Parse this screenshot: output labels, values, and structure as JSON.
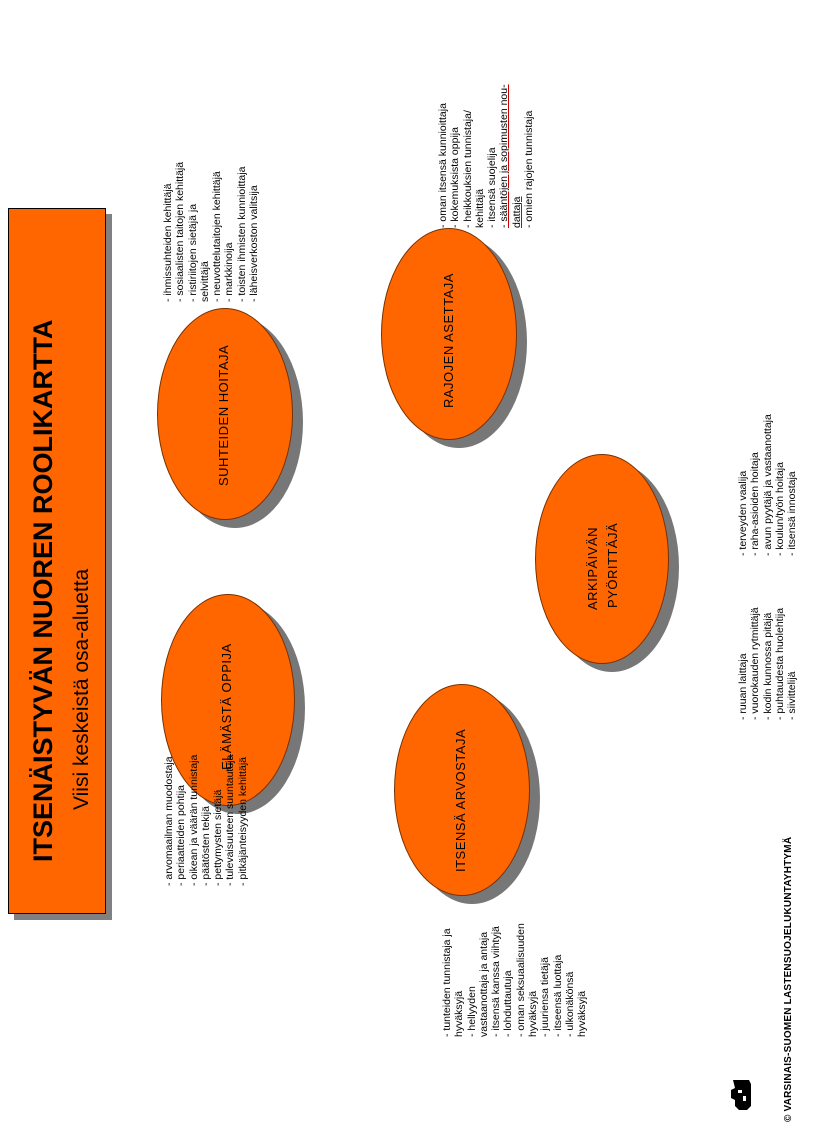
{
  "title": {
    "main": "ITSENÄISTYVÄN NUOREN ROOLIKARTTA",
    "subtitle": "Viisi keskeistä osa-aluetta"
  },
  "roles": {
    "suhteiden": {
      "label": "SUHTEIDEN HOITAJA",
      "items": [
        "- ihmissuhteiden kehittäjä",
        "- sosiaalisten taitojen kehittäjä",
        "- ristiriitojen sietäjä ja",
        "  selvittäjä",
        "- neuvottelutaitojen kehittäjä",
        "- markkinoija",
        "- toisten ihmisten kunnioittaja",
        "- läheisverkoston valitsija"
      ]
    },
    "rajojen": {
      "label": "RAJOJEN  ASETTAJA",
      "items": [
        "- oman itsensä kunnioittaja",
        "- kokemuksista oppija",
        "- heikkouksien tunnistaja/",
        "  kehittäjä",
        "- itsensä suojelija",
        "- sääntöjen ja sopimusten nou-",
        "  dattaja",
        "- omien rajojen tunnistaja"
      ]
    },
    "elamasta": {
      "label": "ELÄMÄSTÄ  OPPIJA",
      "items": [
        "- arvomaailman muodostaja",
        "- periaatteiden pohtija",
        "- oikean ja väärän tunnistaja",
        "- päätösten tekijä",
        "- pettymysten sietäjä",
        "- tulevaisuuteen suuntautuja",
        "- pitkäjänteisyyden kehittäjä"
      ]
    },
    "arkipaivan": {
      "label_line1": "ARKIPÄIVÄN",
      "label_line2": "PYÖRITTÄJÄ",
      "items_col1": [
        "- ruuan laittaja",
        "- vuorokauden rytmittäjä",
        "- kodin kunnossa pitäjä",
        "- puhtaudesta huolehtija",
        "- siivittelijä"
      ],
      "items_col2": [
        "- terveyden vaalija",
        "- raha-asioiden hoitaja",
        "- avun pyytäjä ja vastaanottaja",
        "- koulun/työn hoitaja",
        "- itsensä innostaja"
      ]
    },
    "itsensa": {
      "label": "ITSENSÄ  ARVOSTAJA",
      "items": [
        "- tunteiden tunnistaja ja",
        "  hyväksyjä",
        "- hellyyden",
        "  vastaanottaja ja antaja",
        "- itsensä kanssa viihtyjä",
        "- lohduttautuja",
        "- oman seksuaalisuuden",
        "  hyväksyjä",
        "- juuriensa tietäjä",
        "- itseensä luottaja",
        "- ulkonäkönsä",
        "  hyväksyjä"
      ]
    }
  },
  "credit": "© VARSINAIS-SUOMEN LASTENSUOJELUKUNTAYHTYMÄ",
  "colors": {
    "orange": "#ff6600",
    "shadow": "#777777"
  },
  "icons": [
    "bear-logo-icon"
  ]
}
